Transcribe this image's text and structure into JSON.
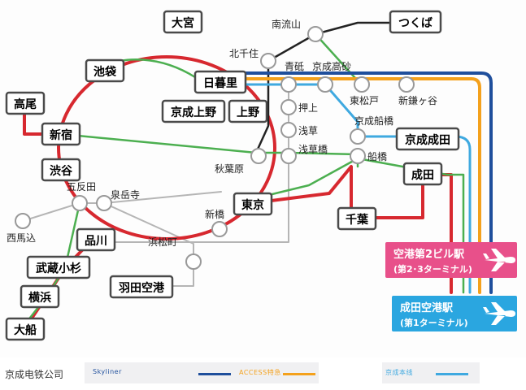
{
  "stations": {
    "omiya": "大宮",
    "tsukuba": "つくば",
    "minaminagareyama": "南流山",
    "kitasenju": "北千住",
    "ikebukuro": "池袋",
    "aoto": "青砥",
    "keiseitakasago": "京成高砂",
    "nippori": "日暮里",
    "takao": "高尾",
    "keiseiueno": "京成上野",
    "ueno": "上野",
    "oshiage": "押上",
    "higashimatsudo": "東松戸",
    "shinkamagaya": "新鎌ヶ谷",
    "shinjuku": "新宿",
    "asakusa": "浅草",
    "keiseifunabashi": "京成船橋",
    "keiseinarita": "京成成田",
    "asakusabashi": "浅草橋",
    "funabashi": "船橋",
    "akihabara": "秋葉原",
    "shibuya": "渋谷",
    "narita": "成田",
    "gotanda": "五反田",
    "sengakuji": "泉岳寺",
    "tokyo": "東京",
    "shimbashi": "新橋",
    "chiba": "千葉",
    "nishimagome": "西馬込",
    "shinagawa": "品川",
    "hamamatsucho": "浜松町",
    "musashikosugi": "武蔵小杉",
    "hanedakuko": "羽田空港",
    "yokohama": "横浜",
    "ofuna": "大船"
  },
  "terminals": {
    "t2_name": "空港第2ビル駅",
    "t2_sub": "(第2･3ターミナル)",
    "t1_name": "成田空港駅",
    "t1_sub": "(第1ターミナル)"
  },
  "legend": {
    "company": "京成电铁公司",
    "skyliner": "Skyliner",
    "access": "ACCESS特急",
    "main": "京成本线"
  },
  "colors": {
    "jr_red": "#d7282f",
    "green": "#4caf50",
    "skyliner": "#1f4f9c",
    "access": "#f4a11c",
    "main": "#3fa9e0",
    "terminal2": "#e8508a",
    "terminal1": "#2aa6e0",
    "station_box": "#4a4a4a"
  },
  "icons": [
    "airplane-icon"
  ]
}
